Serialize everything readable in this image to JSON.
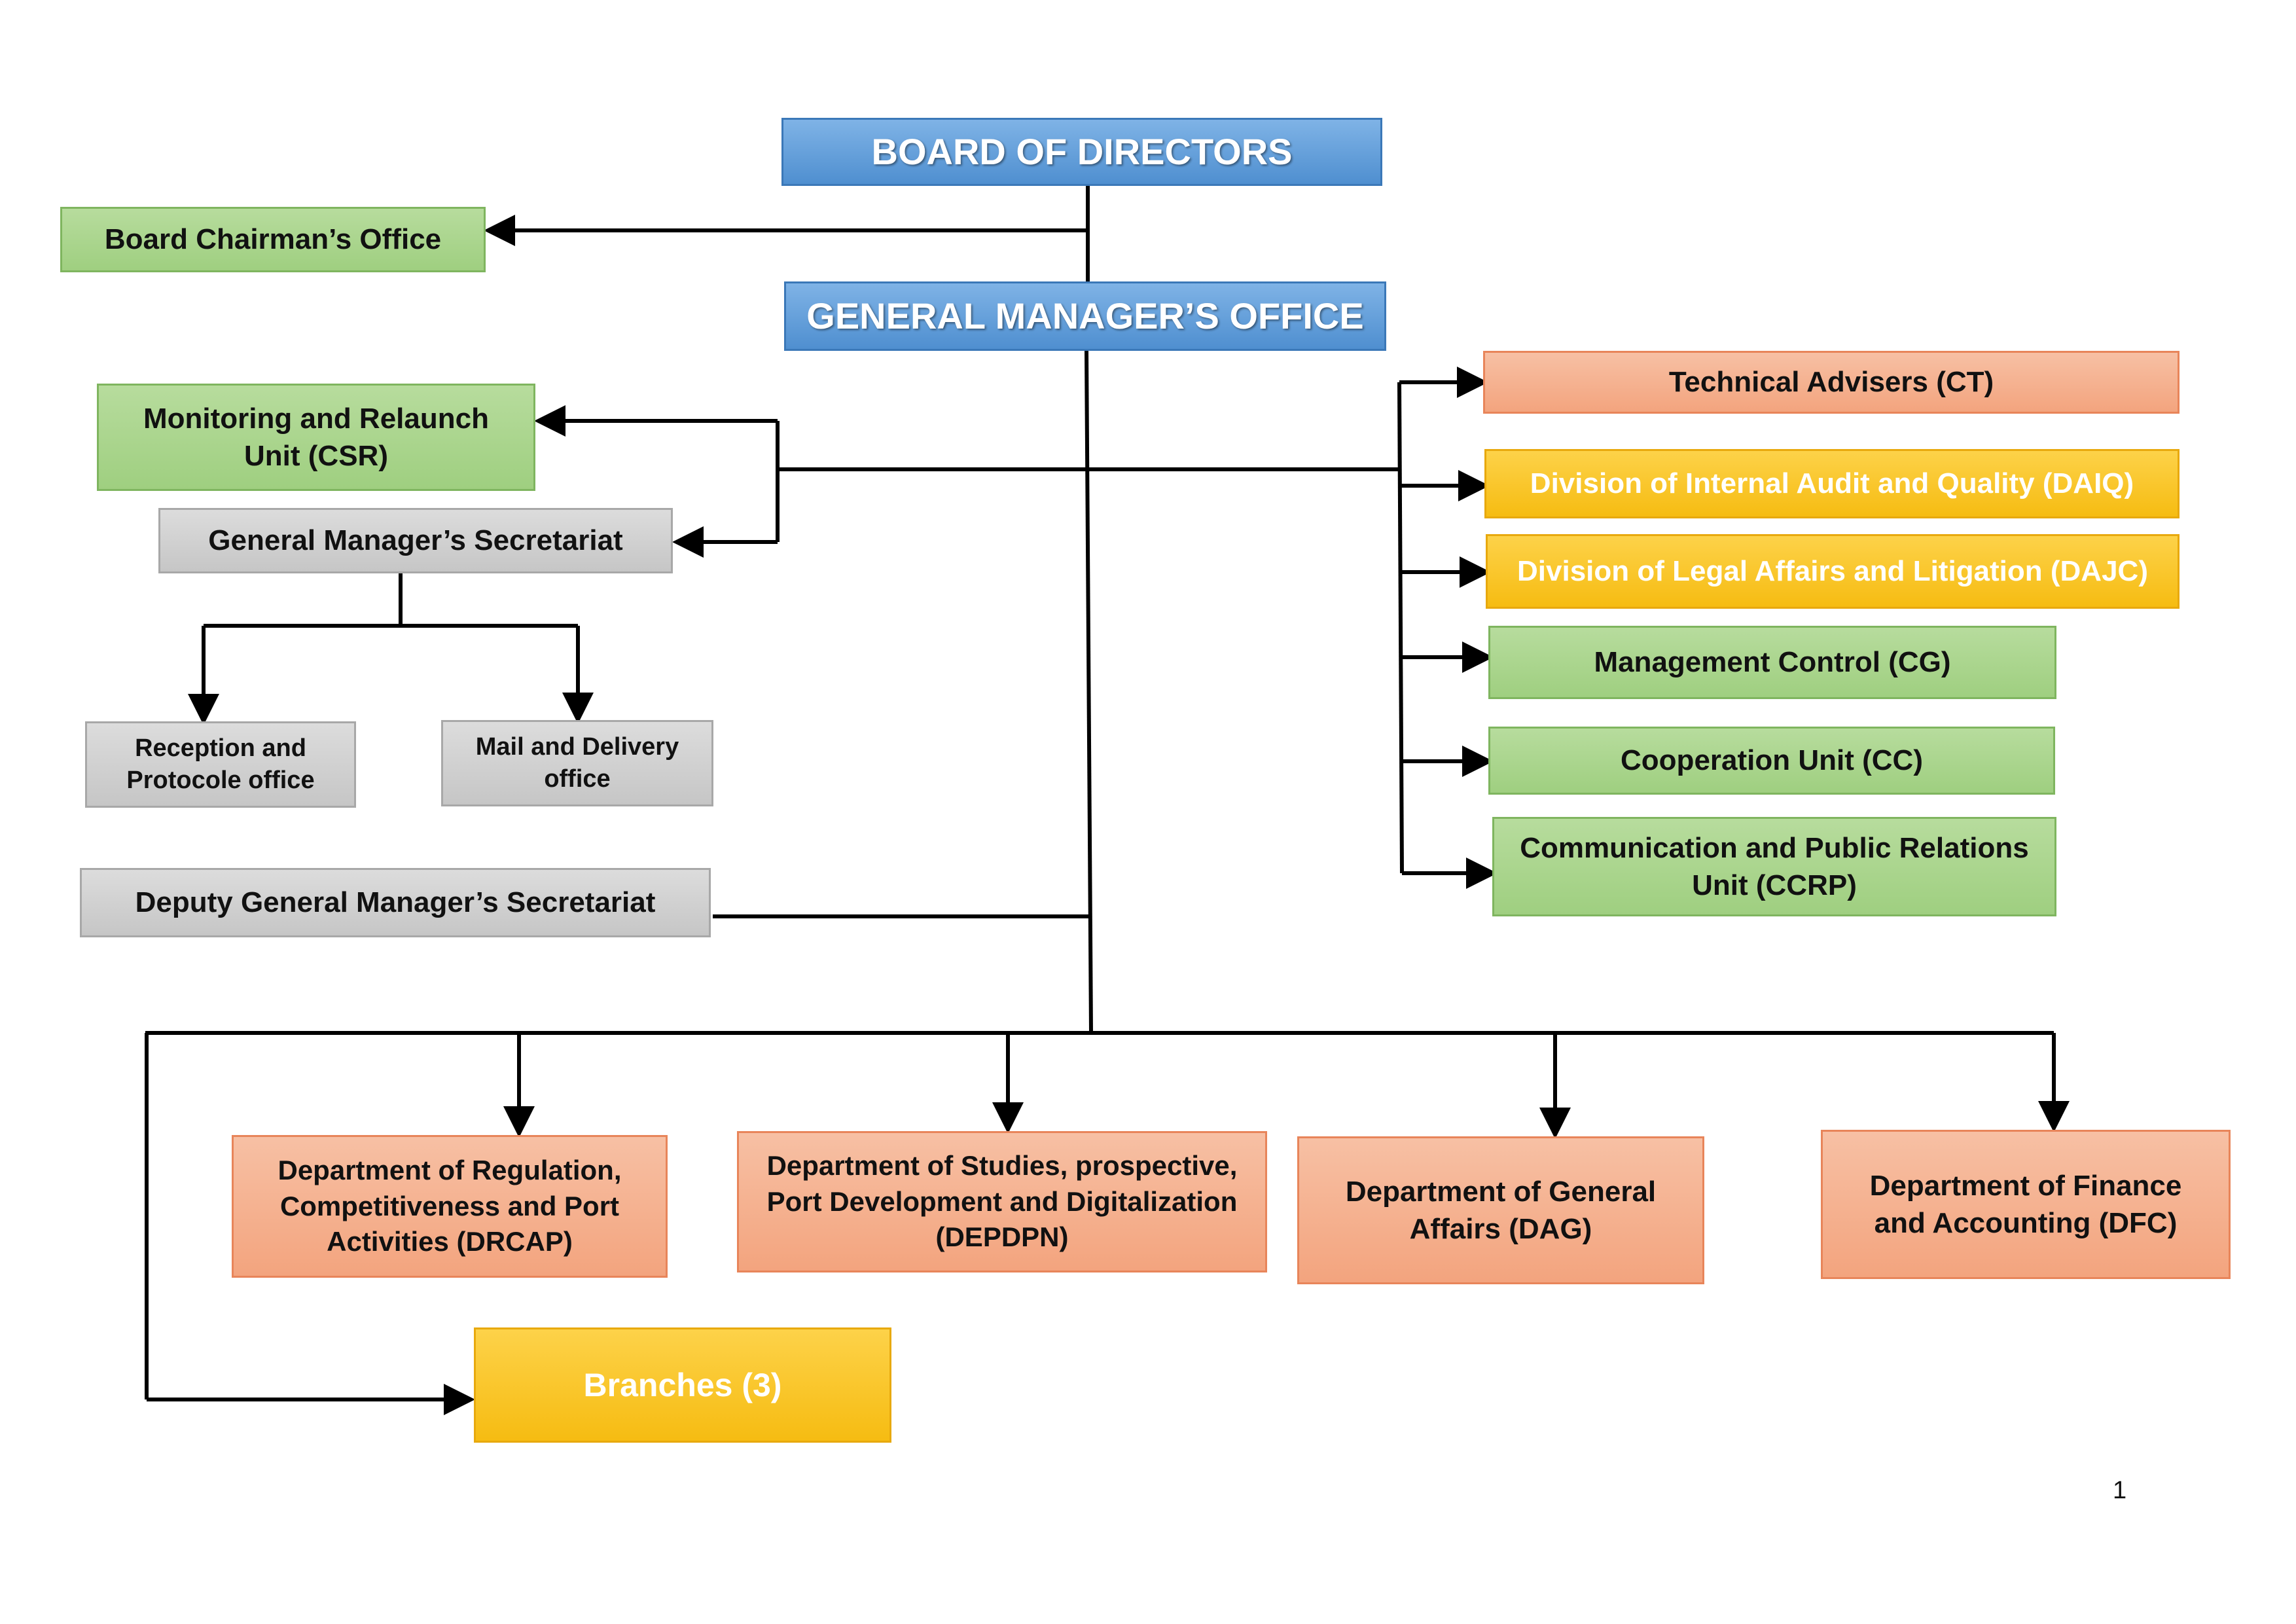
{
  "chart": {
    "board": "BOARD OF DIRECTORS",
    "board_chairman": "Board Chairman’s Office",
    "gm_office": "GENERAL MANAGER’S OFFICE",
    "monitoring_unit": "Monitoring and Relaunch Unit (CSR)",
    "gm_secretariat": "General Manager’s Secretariat",
    "reception": "Reception and Protocole office",
    "mail_delivery": "Mail and Delivery office",
    "deputy_secretariat": "Deputy General Manager’s Secretariat",
    "technical_advisers": "Technical Advisers (CT)",
    "internal_audit": "Division of Internal Audit and Quality (DAIQ)",
    "legal_affairs": "Division of Legal Affairs and Litigation (DAJC)",
    "management_control": "Management Control (CG)",
    "cooperation_unit": "Cooperation Unit (CC)",
    "communication_unit": "Communication and Public Relations Unit (CCRP)",
    "dept_regulation": "Department of Regulation, Competitiveness and Port Activities (DRCAP)",
    "dept_studies": "Department of Studies, prospective, Port Development and Digitalization (DEPDPN)",
    "dept_general_affairs": "Department of General Affairs (DAG)",
    "dept_finance": "Department of Finance and Accounting (DFC)",
    "branches": "Branches (3)"
  },
  "page_number": "1",
  "colors": {
    "blue": "#4f8fd0",
    "green": "#a9d18e",
    "gray": "#d0d0d0",
    "salmon": "#f4b183",
    "gold": "#ffc000"
  }
}
